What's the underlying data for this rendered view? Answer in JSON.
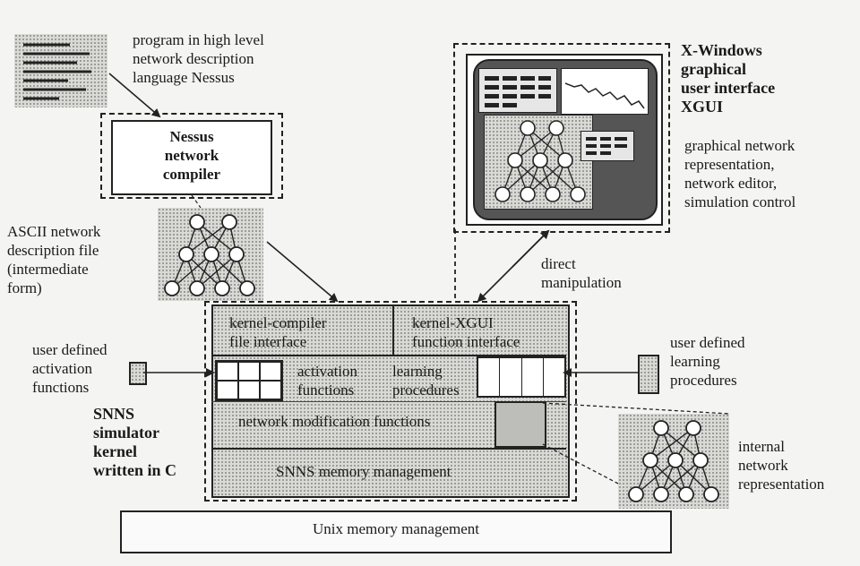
{
  "source": {
    "caption": "program in high level\nnetwork description\nlanguage Nessus"
  },
  "compiler": {
    "label": "Nessus\nnetwork\ncompiler"
  },
  "ascii_file": {
    "caption": "ASCII network\ndescription file\n(intermediate\nform)"
  },
  "xgui": {
    "title": "X-Windows\ngraphical\nuser interface\nXGUI",
    "description": "graphical network\nrepresentation,\nnetwork editor,\nsimulation control"
  },
  "direct_manipulation": "direct\nmanipulation",
  "kernel": {
    "compiler_interface": "kernel-compiler\nfile interface",
    "xgui_interface": "kernel-XGUI\nfunction interface",
    "activation_functions": "activation\nfunctions",
    "learning_procedures": "learning\nprocedures",
    "network_modification": "network modification functions",
    "memory_management": "SNNS memory management",
    "title": "SNNS\nsimulator\nkernel\nwritten in C"
  },
  "user_activation": "user defined\nactivation\nfunctions",
  "user_learning": "user defined\nlearning\nprocedures",
  "internal_network": "internal\nnetwork\nrepresentation",
  "unix_memory": "Unix memory management"
}
